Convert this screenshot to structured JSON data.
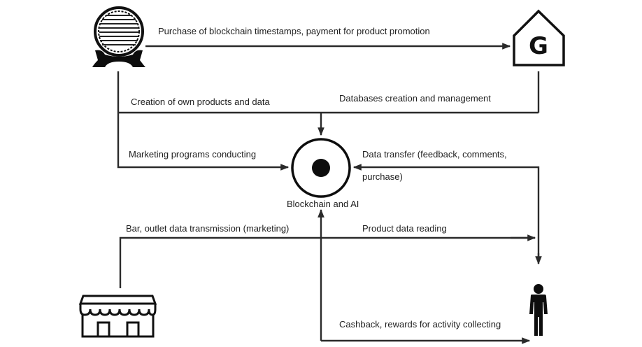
{
  "diagram": {
    "nodes": {
      "producer": {
        "name": "Producer (barrel)",
        "icon": "barrel-icon"
      },
      "platform": {
        "name": "G platform",
        "icon": "house-g-icon",
        "letter": "G"
      },
      "core": {
        "name": "Blockchain and AI",
        "icon": "target-circle-icon",
        "label": "Blockchain and AI"
      },
      "outlet": {
        "name": "Bar / outlet",
        "icon": "storefront-icon"
      },
      "consumer": {
        "name": "Consumer",
        "icon": "person-icon"
      }
    },
    "edges": {
      "purchase_timestamps": "Purchase of blockchain timestamps, payment for product promotion",
      "own_products": "Creation of own products and data",
      "databases": "Databases creation and management",
      "marketing_programs": "Marketing programs conducting",
      "data_transfer_line1": "Data transfer (feedback, comments,",
      "data_transfer_line2": "purchase)",
      "outlet_transmission": "Bar, outlet data transmission (marketing)",
      "product_reading": "Product data reading",
      "cashback": "Cashback, rewards for activity collecting"
    }
  }
}
